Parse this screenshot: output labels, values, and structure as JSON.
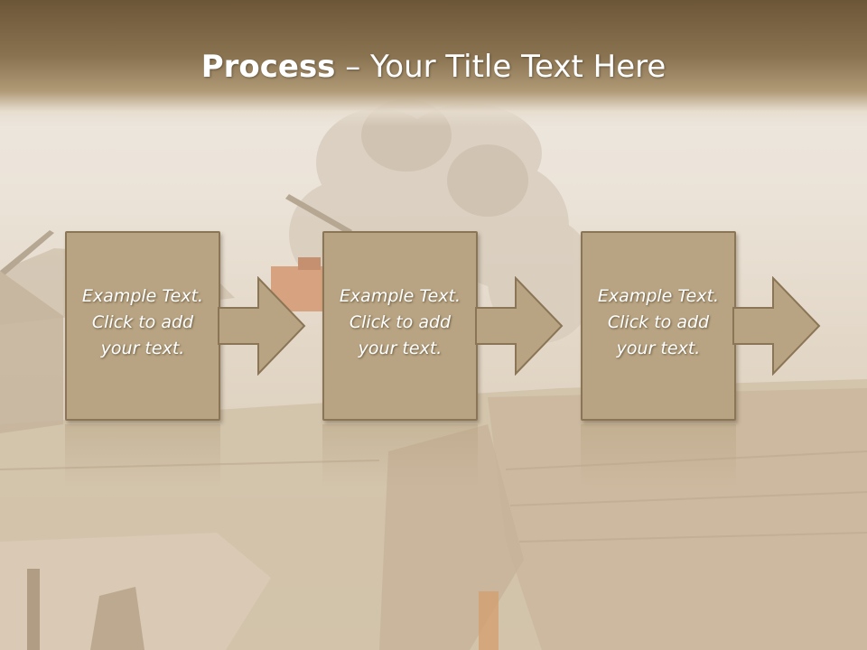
{
  "slide": {
    "title_bold": "Process",
    "title_rest": " – Your Title Text Here"
  },
  "steps": [
    {
      "line1": "Example Text.",
      "line2": "Click  to add",
      "line3": "your text."
    },
    {
      "line1": "Example Text.",
      "line2": "Click  to add",
      "line3": "your text."
    },
    {
      "line1": "Example Text.",
      "line2": "Click  to add",
      "line3": "your text."
    }
  ],
  "colors": {
    "header": "#7a6444",
    "box_fill": "#b8a482",
    "box_border": "#8a7656",
    "text": "#ffffff"
  }
}
